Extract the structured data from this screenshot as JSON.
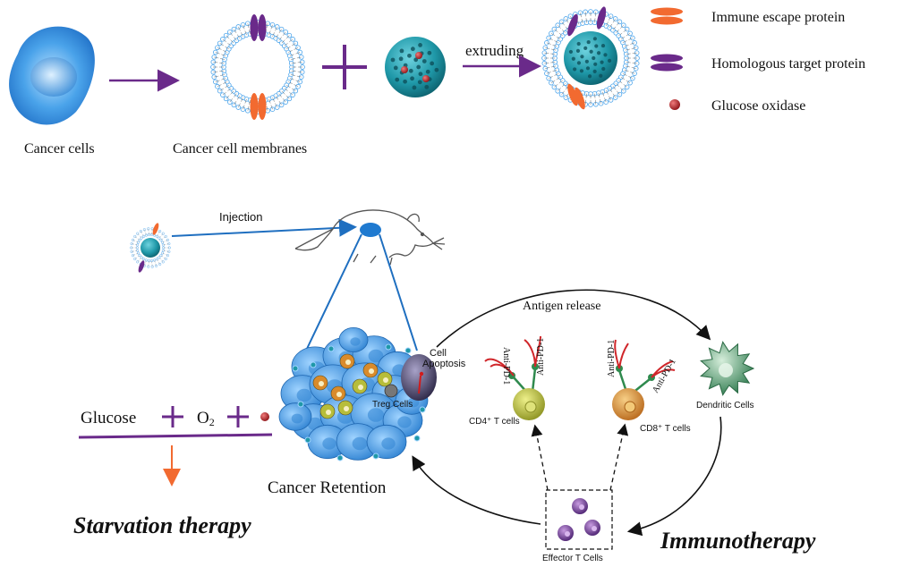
{
  "top": {
    "cancer_cells": "Cancer cells",
    "cancer_cell_membranes": "Cancer cell membranes",
    "extruding": "extruding"
  },
  "legend": {
    "items": [
      {
        "label": "Immune escape protein",
        "color": "#f26a30",
        "icon": "immune-escape-protein-icon"
      },
      {
        "label": "Homologous target protein",
        "color": "#6a2a8a",
        "icon": "homologous-target-protein-icon"
      },
      {
        "label": "Glucose oxidase",
        "color": "#b11f24",
        "icon": "glucose-oxidase-icon"
      }
    ]
  },
  "bottom": {
    "injection": "Injection",
    "antigen_release": "Antigen release",
    "cell_apoptosis_line1": "Cell",
    "cell_apoptosis_line2": "Apoptosis",
    "treg_cells": "Treg Cells",
    "anti_pd1_a": "Anti-PD-1",
    "anti_pd1_b": "Anti-PD-1",
    "anti_pd1_c": "Anti-PD-1",
    "anti_pd1_d": "Anti-PD-1",
    "cd4_t_cells": "CD4⁺ T cells",
    "cd8_t_cells": "CD8⁺ T cells",
    "dendritic_cells": "Dendritic Cells",
    "effector_t_cells": "Effector T Cells",
    "cancer_retention": "Cancer Retention",
    "glucose": "Glucose",
    "o2": "O",
    "o2_sub": "2",
    "starvation_therapy": "Starvation therapy",
    "immunotherapy": "Immunotherapy"
  },
  "colors": {
    "arrow_purple": "#6a2a8a",
    "cancer_blue": "#2f8fd8",
    "nanoparticle_teal": "#1f8fa0",
    "orange": "#f26a30",
    "purple": "#6a2a8a",
    "dark_red": "#b11f24",
    "line_blue": "#1f6fc0",
    "cd4_green": "#b7bd3a",
    "cd8_orange": "#d98b2b",
    "dendritic_green": "#3f8a5e"
  }
}
